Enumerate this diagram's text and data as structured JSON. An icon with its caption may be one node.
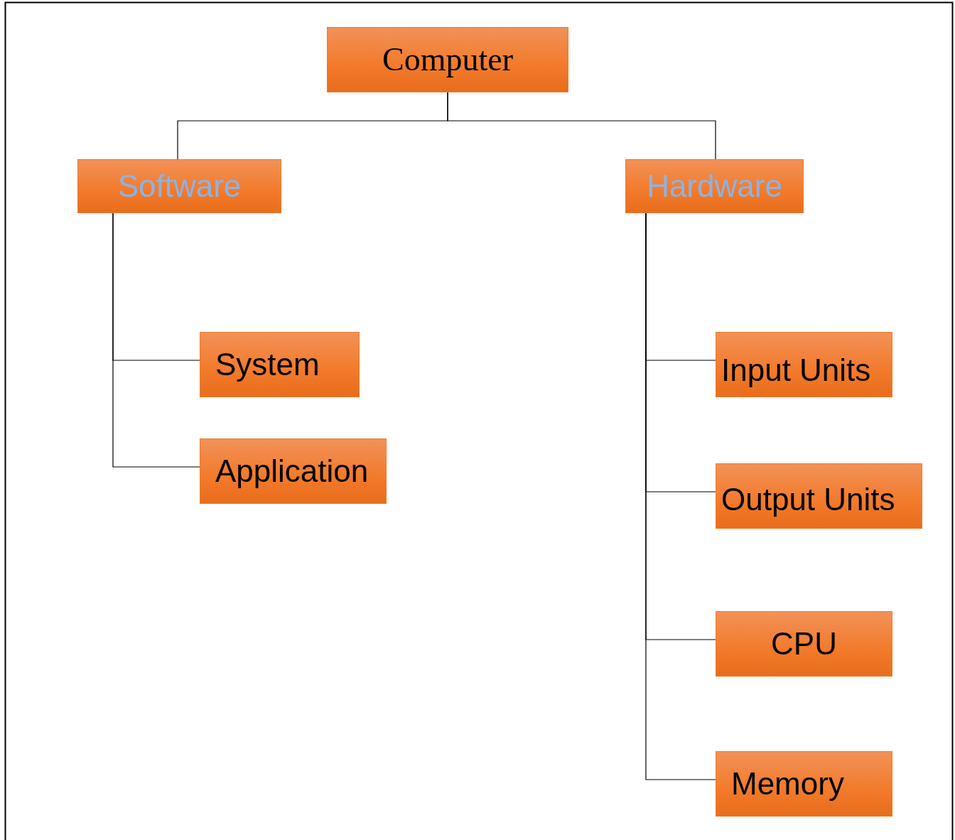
{
  "diagram": {
    "nodes": [
      {
        "text": [
          "Computer"
        ]
      },
      {
        "text": [
          "Software"
        ]
      },
      {
        "text": [
          "Hardware"
        ]
      },
      {
        "text": [
          "System"
        ]
      },
      {
        "text": [
          "Application"
        ]
      },
      {
        "text": [
          "Input Units"
        ]
      },
      {
        "text": [
          "Output Units"
        ]
      },
      {
        "text": [
          "CPU"
        ]
      },
      {
        "text": [
          "Memory"
        ]
      }
    ],
    "edges": [
      {
        "from": 0,
        "to": 1,
        "arrow": "none"
      },
      {
        "from": 0,
        "to": 2,
        "arrow": "none"
      },
      {
        "from": 1,
        "to": 3,
        "arrow": "none"
      },
      {
        "from": 1,
        "to": 4,
        "arrow": "none"
      },
      {
        "from": 2,
        "to": 5,
        "arrow": "none"
      },
      {
        "from": 2,
        "to": 6,
        "arrow": "none"
      },
      {
        "from": 2,
        "to": 7,
        "arrow": "none"
      },
      {
        "from": 2,
        "to": 8,
        "arrow": "none"
      }
    ]
  }
}
